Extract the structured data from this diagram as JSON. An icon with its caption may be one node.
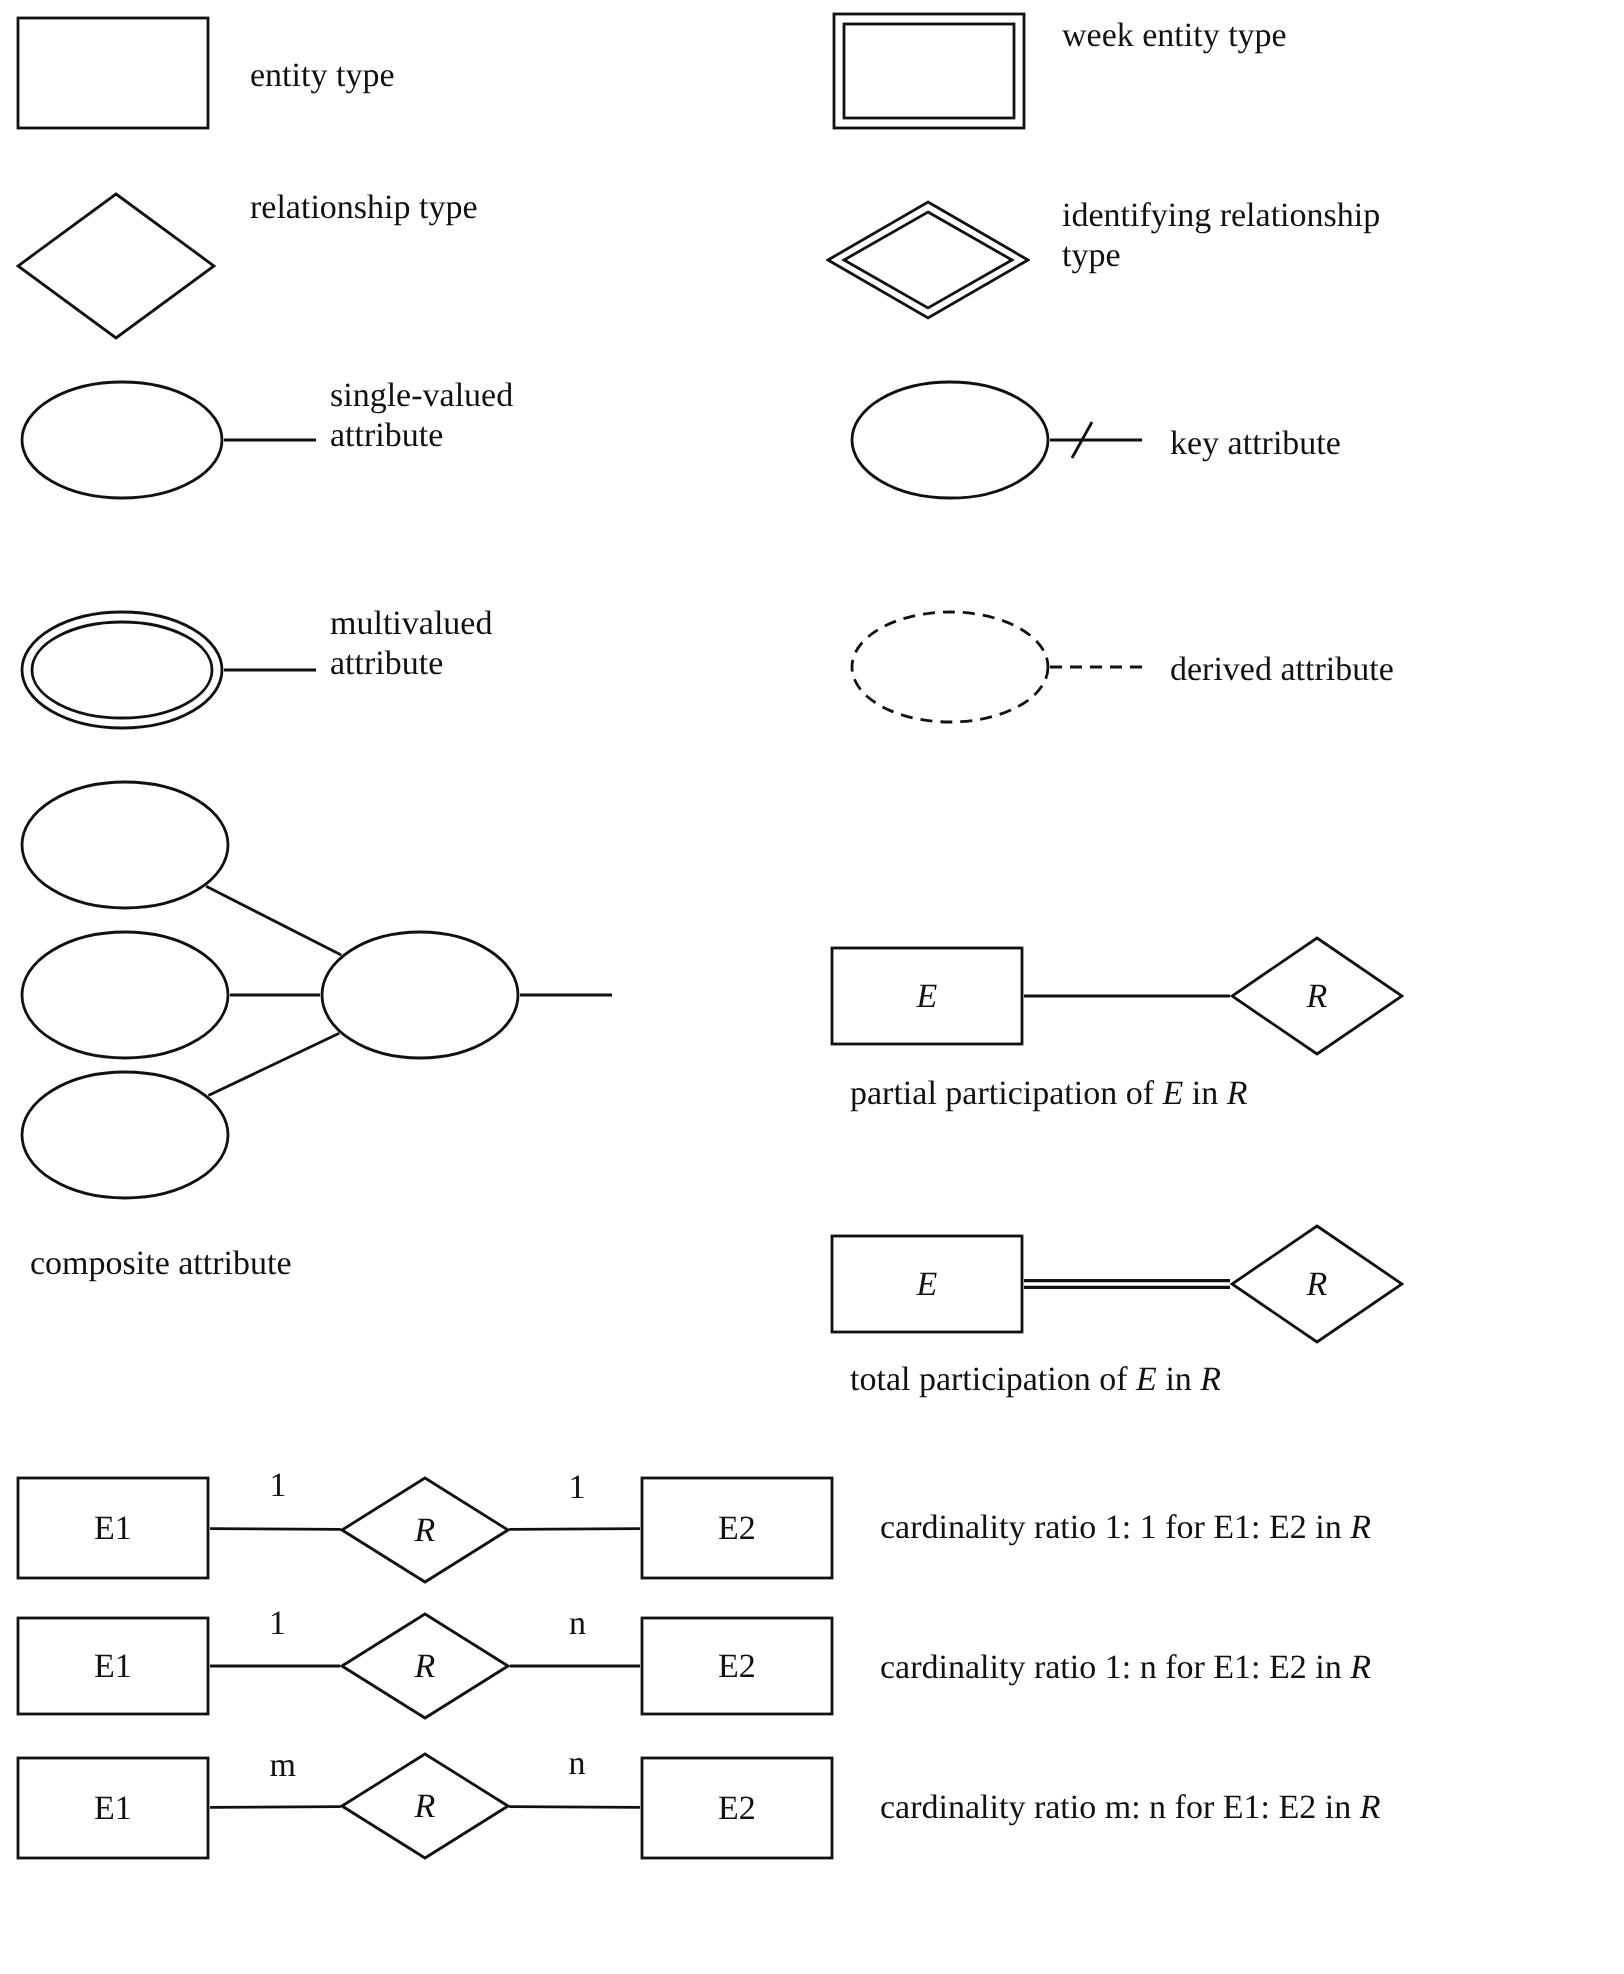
{
  "diagram": {
    "nodes": [
      {
        "text": [],
        "shape": "box",
        "beside": [
          "entity type"
        ]
      },
      {
        "text": [],
        "shape": "box",
        "beside": [
          "week entity type"
        ]
      },
      {
        "text": [],
        "shape": "diamond",
        "beside": [
          "relationship type"
        ]
      },
      {
        "text": [],
        "shape": "diamond",
        "beside": [
          "identifying relationship type"
        ]
      },
      {
        "text": [],
        "shape": "ellipse",
        "beside": [
          "single-valued attribute"
        ]
      },
      {
        "text": [],
        "shape": "ellipse",
        "beside": [
          "key attribute"
        ]
      },
      {
        "text": [],
        "shape": "ellipse",
        "beside": [
          "multivalued attribute"
        ]
      },
      {
        "text": [],
        "shape": "ellipse",
        "beside": [
          "derived attribute"
        ]
      },
      {
        "text": [],
        "shape": "ellipse"
      },
      {
        "text": [],
        "shape": "ellipse"
      },
      {
        "text": [],
        "shape": "ellipse"
      },
      {
        "text": [],
        "shape": "ellipse"
      },
      {
        "text": [
          "E"
        ]
      },
      {
        "text": [
          "R"
        ]
      },
      {
        "text": [
          "E"
        ]
      },
      {
        "text": [
          "R"
        ]
      },
      {
        "text": [
          "E1"
        ]
      },
      {
        "text": [
          "R"
        ]
      },
      {
        "text": [
          "E2"
        ]
      },
      {
        "text": [
          "E1"
        ]
      },
      {
        "text": [
          "R"
        ]
      },
      {
        "text": [
          "E2"
        ]
      },
      {
        "text": [
          "E1"
        ]
      },
      {
        "text": [
          "R"
        ]
      },
      {
        "text": [
          "E2"
        ]
      }
    ],
    "edges": [
      {
        "from": 4,
        "to": null,
        "arrow": "none"
      },
      {
        "from": 5,
        "to": null,
        "arrow": "none"
      },
      {
        "from": 6,
        "to": null,
        "arrow": "none"
      },
      {
        "from": 7,
        "to": null,
        "arrow": "none",
        "style": "dashed"
      },
      {
        "from": 8,
        "to": 11,
        "arrow": "none"
      },
      {
        "from": 9,
        "to": 11,
        "arrow": "none"
      },
      {
        "from": 10,
        "to": 11,
        "arrow": "none"
      },
      {
        "from": 11,
        "to": null,
        "arrow": "none"
      },
      {
        "from": 12,
        "to": 13,
        "arrow": "none"
      },
      {
        "from": 14,
        "to": 15,
        "arrow": "none",
        "style": "thick"
      },
      {
        "from": 16,
        "to": 17,
        "arrow": "none",
        "label": "1"
      },
      {
        "from": 17,
        "to": 18,
        "arrow": "none",
        "label": "1"
      },
      {
        "from": 19,
        "to": 20,
        "arrow": "none",
        "label": "1"
      },
      {
        "from": 20,
        "to": 21,
        "arrow": "none",
        "label": "n"
      },
      {
        "from": 22,
        "to": 23,
        "arrow": "none",
        "label": "m"
      },
      {
        "from": 23,
        "to": 24,
        "arrow": "none",
        "label": "n"
      }
    ],
    "labels": [
      "composite attribute",
      "partial participation of *E* in *R*",
      "total participation of *E* in *R*",
      "cardinality ratio 1: 1 for E1: E2 in *R*",
      "cardinality ratio 1: n for E1: E2 in *R*",
      "cardinality ratio m: n for E1: E2 in *R*"
    ]
  }
}
